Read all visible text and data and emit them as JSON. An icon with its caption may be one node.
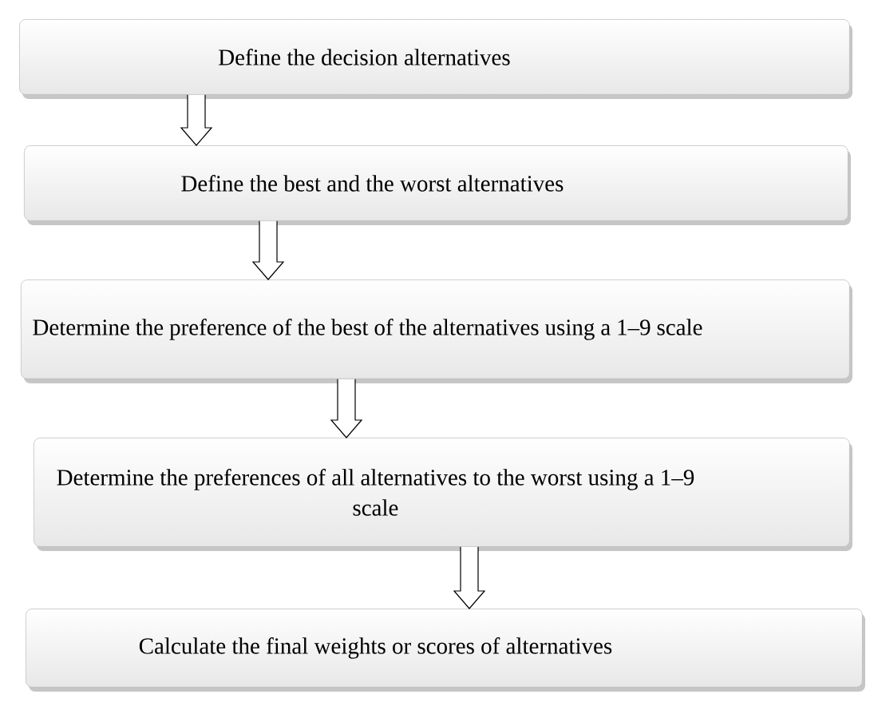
{
  "diagram": {
    "nodes": [
      {
        "text": [
          "Define the decision alternatives"
        ]
      },
      {
        "text": [
          "Define the best and the worst alternatives"
        ]
      },
      {
        "text": [
          "Determine the preference of the best of the alternatives using a 1–9 scale"
        ]
      },
      {
        "text": [
          "Determine the preferences of all alternatives to the worst using a 1–9 scale"
        ]
      },
      {
        "text": [
          "Calculate the final weights or scores of alternatives"
        ]
      }
    ],
    "edges": [
      {
        "from": 0,
        "to": 1,
        "arrow": "to"
      },
      {
        "from": 1,
        "to": 2,
        "arrow": "to"
      },
      {
        "from": 2,
        "to": 3,
        "arrow": "to"
      },
      {
        "from": 3,
        "to": 4,
        "arrow": "to"
      }
    ]
  }
}
